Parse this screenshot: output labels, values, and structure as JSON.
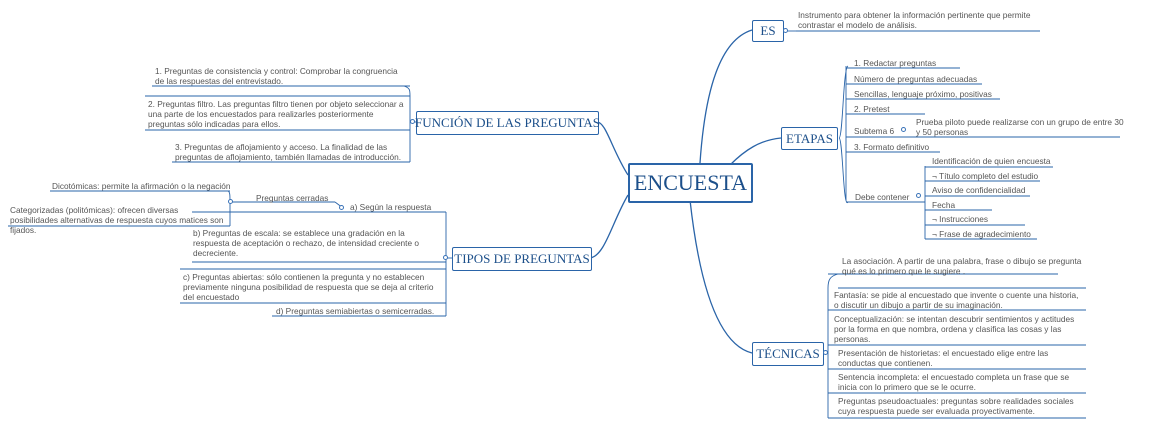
{
  "central": "ENCUESTA",
  "es": {
    "label": "ES",
    "text": "Instrumento para obtener la información pertinente que permite contrastar el modelo de análisis."
  },
  "etapas": {
    "label": "ETAPAS",
    "items": [
      "1.          Redactar preguntas",
      "Número de preguntas adecuadas",
      "Sencillas, lenguaje próximo, positivas",
      "2.          Pretest",
      "Subtema 6",
      "Prueba piloto puede realizarse con un grupo de entre 30 y 50 personas",
      "3.          Formato definitivo",
      "Debe contener"
    ],
    "contenido": [
      "Identificación de quien encuesta",
      "¬ Título completo del estudio",
      "Aviso de confidencialidad",
      "Fecha",
      "¬ Instrucciones",
      "¬ Frase de agradecimiento"
    ]
  },
  "tecnicas": {
    "label": "TÉCNICAS",
    "intro": "La asociación. A partir de una palabra, frase o dibujo se pregunta qué es lo primero que le sugiere .",
    "items": [
      "Fantasía: se pide al encuestado que invente o cuente una historia, o discutir un dibujo a partir de su imaginación.",
      "Conceptualización: se intentan descubrir sentimientos y actitudes por la forma en que nombra, ordena y clasifica las cosas y las personas.",
      "Presentación de historietas: el encuestado elige entre las conductas que contienen.",
      "Sentencia incompleta: el encuestado completa un frase que se inicia con lo primero que se le ocurre.",
      "Preguntas pseudoactuales: preguntas sobre realidades sociales cuya respuesta puede ser evaluada proyectivamente."
    ]
  },
  "funcion": {
    "label": "FUNCIÓN DE LAS PREGUNTAS",
    "items": [
      "1. Preguntas de consistencia y control: Comprobar la congruencia de las respuestas del entrevistado.",
      "2. Preguntas filtro. Las preguntas filtro tienen por objeto seleccionar a una parte de los encuestados para realizarles posteriormente preguntas sólo indicadas para ellos.",
      "3. Preguntas de aflojamiento y acceso. La finalidad de las preguntas de aflojamiento, también llamadas de introducción."
    ]
  },
  "tipos": {
    "label": "TIPOS DE PREGUNTAS",
    "segun": "a)  Según la respuesta",
    "cerradas": "Preguntas cerradas",
    "dicotomicas": "Dicotómicas: permite la afirmación o la negación",
    "categorizadas": "Categorizadas (politómicas): ofrecen diversas posibilidades alternativas de respuesta cuyos matices son fijados.",
    "escala": "b) Preguntas de escala: se establece una gradación en la respuesta de aceptación o rechazo, de intensidad creciente o decreciente.",
    "abiertas": "c) Preguntas abiertas: sólo contienen la pregunta y no establecen previamente ninguna posibilidad de respuesta que se deja al criterio del encuestado",
    "semiabiertas": "d) Preguntas semiabiertas o semicerradas."
  }
}
